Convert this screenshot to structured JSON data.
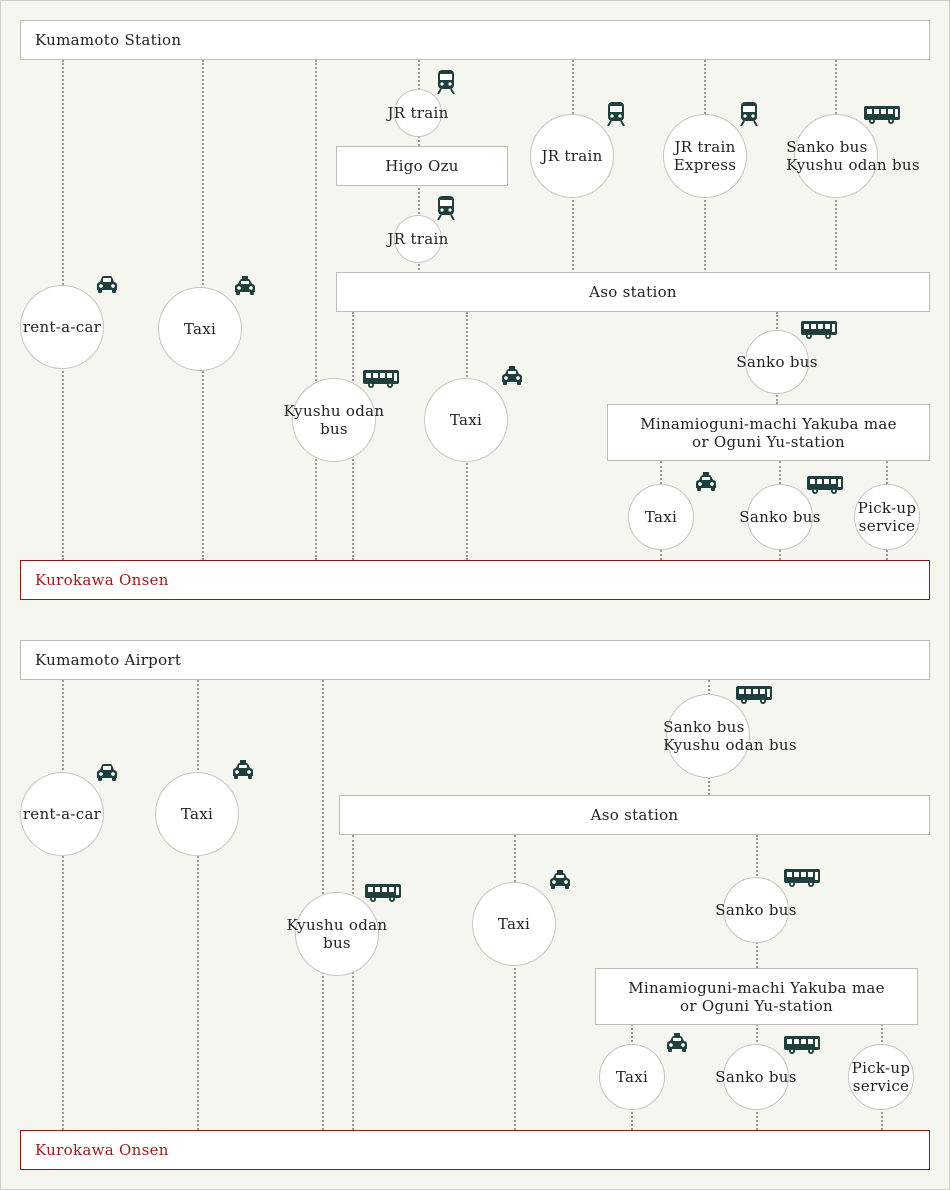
{
  "routes": [
    {
      "origin": "Kumamoto Station",
      "destination": "Kurokawa Onsen",
      "nodes": {
        "rentacar": "rent-a-car",
        "taxi1": "Taxi",
        "jr_train_a": "JR train",
        "higo_ozu": "Higo Ozu",
        "jr_train_b": "JR train",
        "jr_train_c": "JR train",
        "jr_express": "JR train\nExpress",
        "sanko_kyushu": "Sanko bus\nKyushu odan bus",
        "aso_station": "Aso station",
        "kyushu_odan": "Kyushu odan\nbus",
        "taxi2": "Taxi",
        "sanko_bus1": "Sanko bus",
        "minamioguni": "Minamioguni-machi Yakuba mae\nor Oguni Yu-station",
        "taxi3": "Taxi",
        "sanko_bus2": "Sanko bus",
        "pickup": "Pick-up\nservice"
      }
    },
    {
      "origin": "Kumamoto Airport",
      "destination": "Kurokawa Onsen",
      "nodes": {
        "rentacar": "rent-a-car",
        "taxi1": "Taxi",
        "sanko_kyushu": "Sanko bus\nKyushu odan bus",
        "aso_station": "Aso station",
        "kyushu_odan": "Kyushu odan\nbus",
        "taxi2": "Taxi",
        "sanko_bus1": "Sanko bus",
        "minamioguni": "Minamioguni-machi Yakuba mae\nor Oguni Yu-station",
        "taxi3": "Taxi",
        "sanko_bus2": "Sanko bus",
        "pickup": "Pick-up\nservice"
      }
    }
  ],
  "icons": [
    "car-icon",
    "taxi-icon",
    "train-icon",
    "bus-icon"
  ],
  "colors": {
    "destination": "#9e1a1a",
    "icon": "#1f3f3c",
    "line": "#9a9a92"
  }
}
